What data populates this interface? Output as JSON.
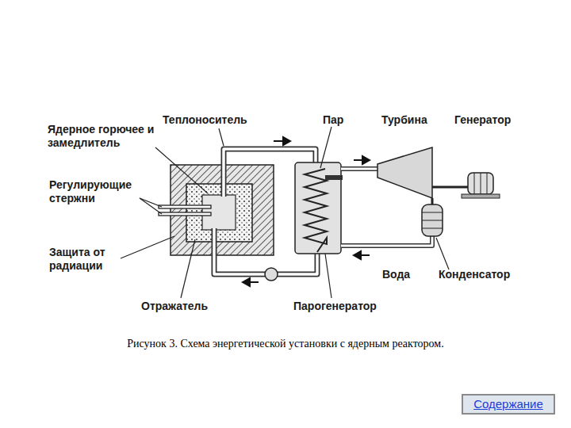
{
  "diagram": {
    "caption": "Рисунок 3. Схема энергетической установки с ядерным реактором.",
    "nodes": [
      {
        "text": [
          "Содержание"
        ]
      }
    ],
    "edges": [],
    "labels": [
      "Теплоноситель",
      "Пар",
      "Турбина",
      "Генератор",
      "Ядерное горючее и замедлитель",
      "Регулирующие стержни",
      "Защита от радиации",
      "Отражатель",
      "Парогенератор",
      "Вода",
      "Конденсатор"
    ]
  }
}
